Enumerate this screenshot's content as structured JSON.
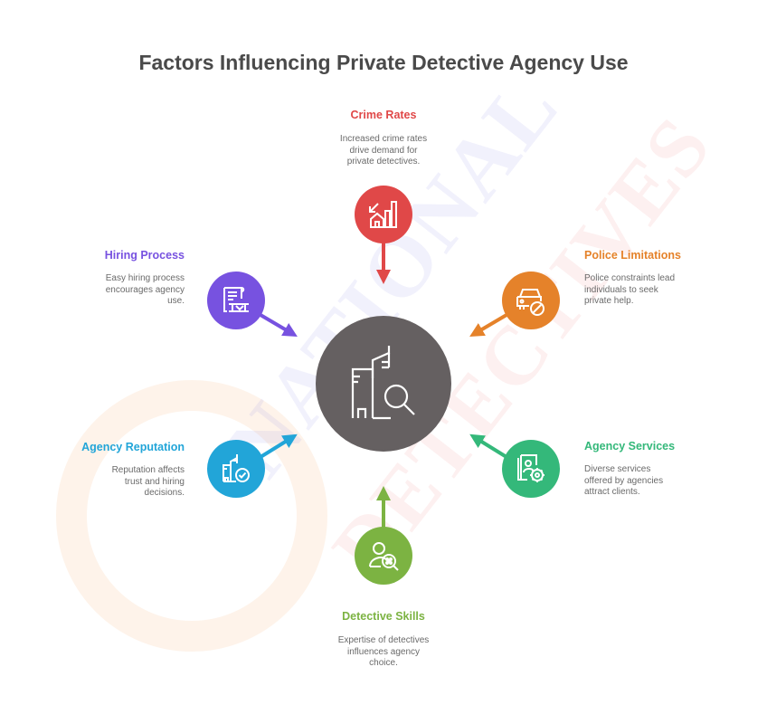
{
  "title": "Factors Influencing Private Detective Agency Use",
  "watermark": {
    "line1": "NATIONAL",
    "line2": "DETECTIVES"
  },
  "hub": {
    "icon": "building-search-icon",
    "color": "#656061"
  },
  "factors": [
    {
      "label": "Crime Rates",
      "description_lines": [
        "Increased crime rates",
        "drive demand for",
        "private detectives."
      ],
      "color": "#e04848",
      "icon": "crime-chart-house-icon"
    },
    {
      "label": "Police Limitations",
      "description_lines": [
        "Police constraints lead",
        "individuals to seek",
        "private help."
      ],
      "color": "#e5822a",
      "icon": "car-prohibited-icon"
    },
    {
      "label": "Agency Services",
      "description_lines": [
        "Diverse services",
        "offered by agencies",
        "attract clients."
      ],
      "color": "#34b87a",
      "icon": "profile-gear-icon"
    },
    {
      "label": "Detective Skills",
      "description_lines": [
        "Expertise of detectives",
        "influences agency",
        "choice."
      ],
      "color": "#7cb342",
      "icon": "person-magnifier-icon"
    },
    {
      "label": "Agency Reputation",
      "description_lines": [
        "Reputation affects",
        "trust and hiring",
        "decisions."
      ],
      "color": "#22a5d8",
      "icon": "building-check-icon"
    },
    {
      "label": "Hiring Process",
      "description_lines": [
        "Easy hiring process",
        "encourages agency",
        "use."
      ],
      "color": "#7752e0",
      "icon": "document-handshake-icon"
    }
  ]
}
